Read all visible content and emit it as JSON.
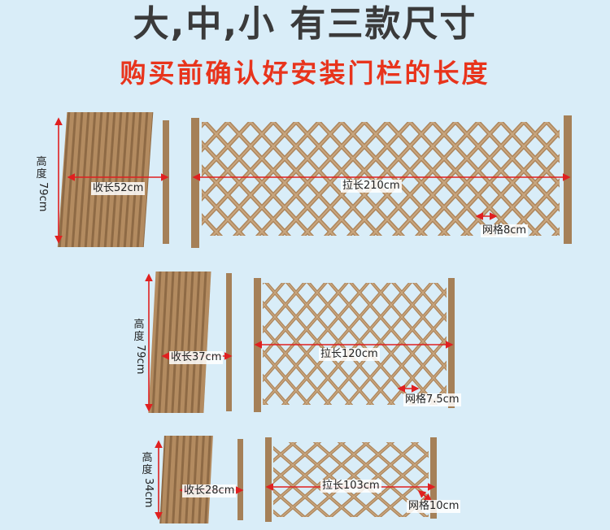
{
  "header": {
    "title": "大,中,小 有三款尺寸",
    "subtitle": "购买前确认好安装门栏的长度"
  },
  "sizes": {
    "large": {
      "height_label": "高度",
      "height_value": "79cm",
      "collapsed_label": "收长52cm",
      "extended_label": "拉长210cm",
      "grid_label": "网格8cm"
    },
    "medium": {
      "height_label": "高度",
      "height_value": "79cm",
      "collapsed_label": "收长37cm",
      "extended_label": "拉长120cm",
      "grid_label": "网格7.5cm"
    },
    "small": {
      "height_label": "高度",
      "height_value": "34cm",
      "collapsed_label": "收长28cm",
      "extended_label": "拉长103cm",
      "grid_label": "网格10cm"
    }
  },
  "colors": {
    "background": "#d9edf8",
    "title": "#3a3a3a",
    "subtitle": "#e8341c",
    "wood": "#b08a62",
    "measure": "#e02020"
  }
}
